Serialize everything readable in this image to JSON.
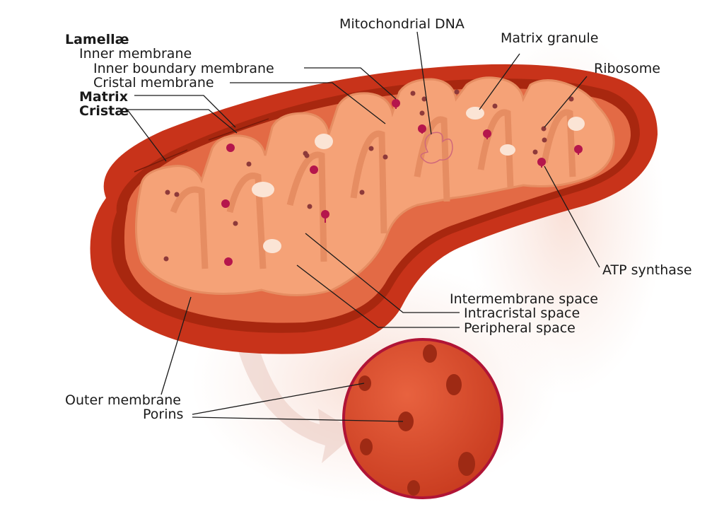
{
  "diagram": {
    "colors": {
      "outer_membrane": "#c8331a",
      "outer_membrane_dark": "#a8270f",
      "outer_rim": "#e36a45",
      "matrix": "#f5a277",
      "matrix_inner": "#f7b089",
      "crista_wall": "#e68d62",
      "label_dark_orange": "#c8501e",
      "label_light_orange": "#f08c4a",
      "label_crimson": "#c0143c",
      "atp_synthase": "#b5164c",
      "ribosome": "#8e3a3a",
      "zoom_disc": "#d9482a",
      "pore": "#9e2a14"
    },
    "labels": {
      "lamellae": "Lamellæ",
      "inner_membrane": "Inner membrane",
      "inner_boundary_membrane": "Inner boundary membrane",
      "cristal_membrane": "Cristal membrane",
      "matrix": "Matrix",
      "cristae": "Cristæ",
      "mitochondrial_dna": "Mitochondrial DNA",
      "matrix_granule": "Matrix granule",
      "ribosome": "Ribosome",
      "atp_synthase": "ATP synthase",
      "intermembrane_space": "Intermembrane space",
      "intracristal_space": "Intracristal space",
      "peripheral_space": "Peripheral space",
      "outer_membrane": "Outer membrane",
      "porins": "Porins"
    }
  }
}
